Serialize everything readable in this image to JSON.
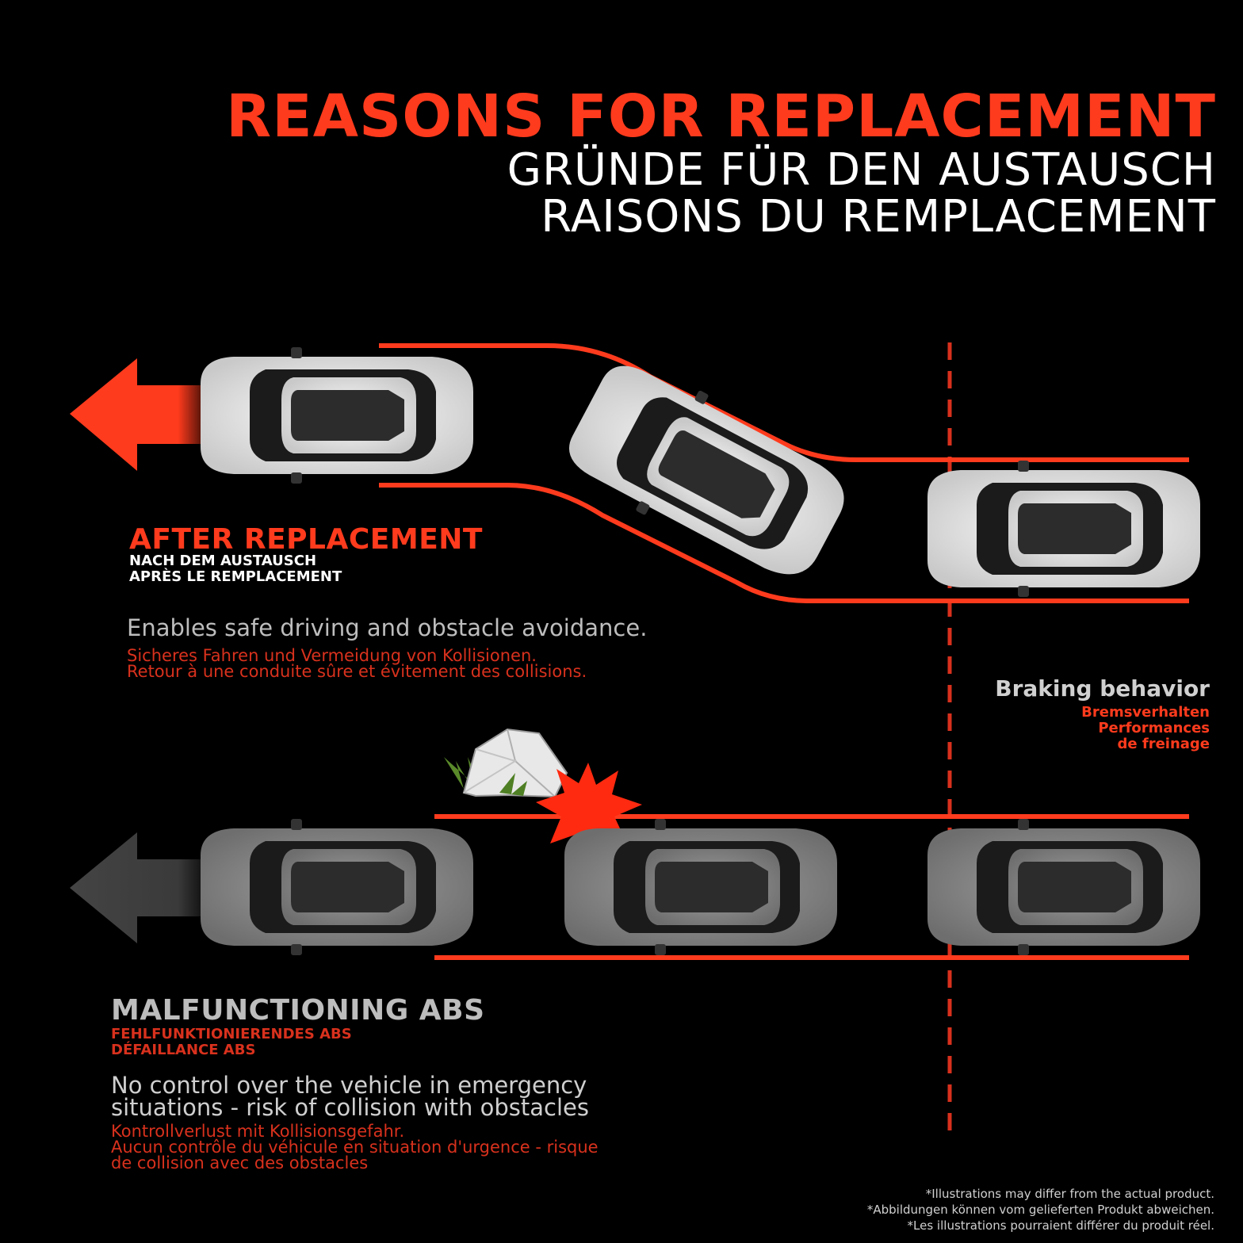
{
  "header": {
    "title_en": "REASONS FOR REPLACEMENT",
    "title_de": "GRÜNDE FÜR DEN AUSTAUSCH",
    "title_fr": "RAISONS DU REMPLACEMENT"
  },
  "after": {
    "title": "AFTER REPLACEMENT",
    "sub_de": "NACH DEM AUSTAUSCH",
    "sub_fr": "APRÈS LE REMPLACEMENT",
    "desc_en": "Enables safe driving and obstacle avoidance.",
    "desc_de": "Sicheres Fahren und Vermeidung von Kollisionen.",
    "desc_fr": "Retour à une conduite sûre et évitement des collisions."
  },
  "braking": {
    "title": "Braking behavior",
    "sub_de": "Bremsverhalten",
    "sub_fr_1": "Performances",
    "sub_fr_2": "de freinage"
  },
  "malfunction": {
    "title": "MALFUNCTIONING ABS",
    "sub_de": "FEHLFUNKTIONIERENDES ABS",
    "sub_fr": "DÉFAILLANCE ABS",
    "desc_en_1": "No control over the vehicle in emergency",
    "desc_en_2": "situations - risk of collision with obstacles",
    "desc_de": "Kontrollverlust mit Kollisionsgefahr.",
    "desc_fr_1": "Aucun contrôle du véhicule en situation d'urgence - risque",
    "desc_fr_2": "de collision avec des obstacles"
  },
  "disclaimer": {
    "en": "*Illustrations may differ from the actual product.",
    "de": "*Abbildungen können vom gelieferten Produkt abweichen.",
    "fr": "*Les illustrations pourraient différer du produit réel."
  },
  "colors": {
    "accent": "#ff3b1d",
    "dark_red": "#d8311d",
    "background": "#000000",
    "car_white": "#e4e4e4",
    "car_grey": "#8a8a8a"
  },
  "icons": [
    "left-arrow-icon",
    "car-icon",
    "rock-icon",
    "collision-burst-icon"
  ]
}
